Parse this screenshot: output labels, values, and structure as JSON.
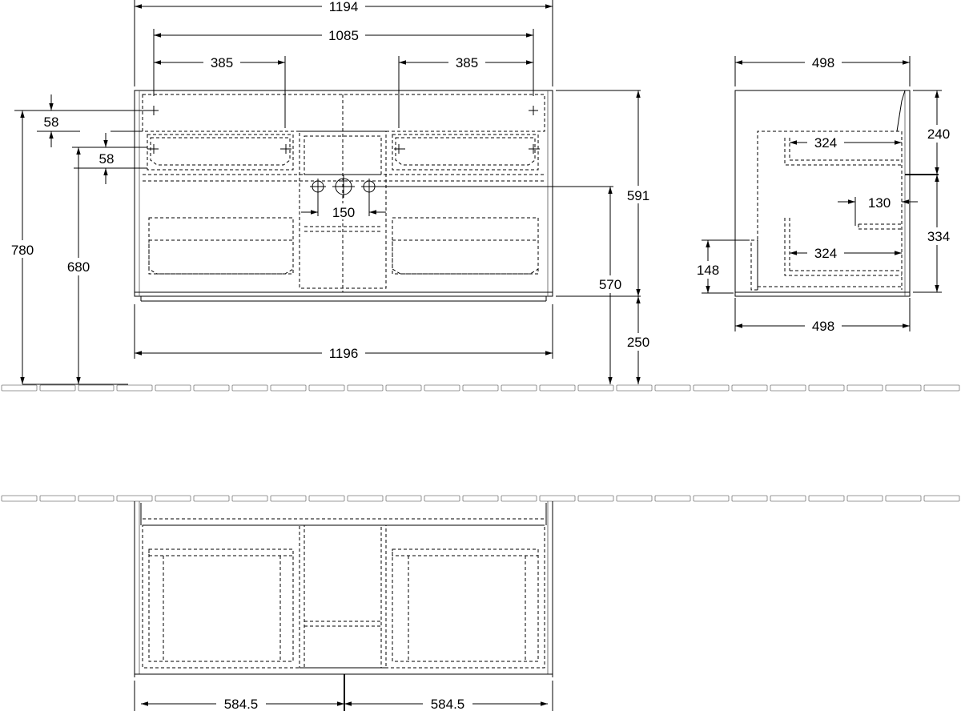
{
  "dimensions": {
    "front_top_width": "1194",
    "front_hole_span": "1085",
    "front_left_385": "385",
    "front_right_385": "385",
    "front_58_a": "58",
    "front_58_b": "58",
    "front_780": "780",
    "front_680": "680",
    "front_150": "150",
    "front_591": "591",
    "front_570": "570",
    "front_250": "250",
    "front_bottom_width": "1196",
    "side_top_498": "498",
    "side_324_top": "324",
    "side_130": "130",
    "side_324_bottom": "324",
    "side_240": "240",
    "side_334": "334",
    "side_148": "148",
    "side_bottom_498": "498",
    "plan_left_584_5": "584.5",
    "plan_right_584_5": "584.5"
  }
}
